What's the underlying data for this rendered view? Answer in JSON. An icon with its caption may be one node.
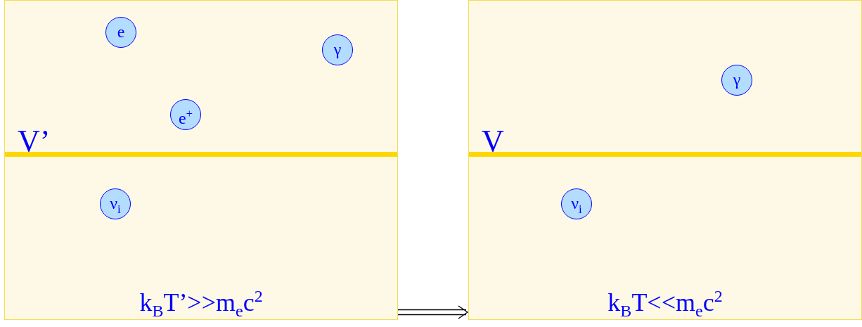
{
  "diagram": {
    "nodes": [
      {
        "text": [
          "V’",
          "k$_{B}$T’>>m$_{e}$c$^{2}$"
        ]
      },
      {
        "text": [
          "e"
        ],
        "in": 0
      },
      {
        "text": [
          "γ"
        ],
        "in": 0
      },
      {
        "text": [
          "e$^{+}$"
        ],
        "in": 0
      },
      {
        "text": [
          "ν$_{i}$"
        ],
        "in": 0
      },
      {
        "text": [
          "V",
          "k$_{B}$T<<m$_{e}$c$^{2}$"
        ]
      },
      {
        "text": [
          "γ"
        ],
        "in": 5
      },
      {
        "text": [
          "ν$_{i}$"
        ],
        "in": 5
      }
    ],
    "edges": [
      {
        "from": 0,
        "to": 5,
        "arrow": "to"
      }
    ]
  }
}
